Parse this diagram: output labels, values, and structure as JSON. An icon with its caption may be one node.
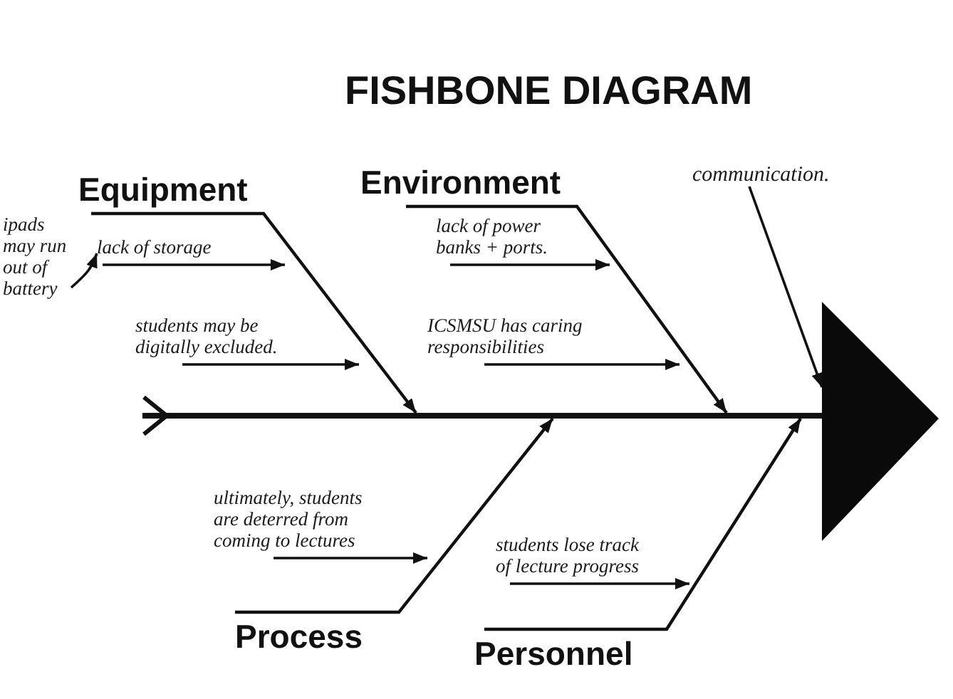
{
  "diagram": {
    "title": "FISHBONE DIAGRAM",
    "nodes": [
      {
        "text": [
          "Equipment"
        ]
      },
      {
        "text": [
          "Environment"
        ]
      },
      {
        "text": [
          "communication."
        ]
      },
      {
        "text": [
          "ipads may run out of battery"
        ]
      },
      {
        "text": [
          "lack of storage"
        ]
      },
      {
        "text": [
          "students may be digitally excluded."
        ]
      },
      {
        "text": [
          "lack of power banks + ports."
        ]
      },
      {
        "text": [
          "ICSMSU has caring responsibilities"
        ]
      },
      {
        "text": [],
        "shape": "bar"
      },
      {
        "text": [],
        "shape": "triangle"
      },
      {
        "text": [
          "ultimately, students are deterred from coming to lectures"
        ]
      },
      {
        "text": [
          "students lose track of lecture progress"
        ]
      },
      {
        "text": [
          "Process"
        ]
      },
      {
        "text": [
          "Personnel"
        ]
      }
    ],
    "edges": [
      {
        "from": 0,
        "to": 8,
        "arrow": "to"
      },
      {
        "from": 1,
        "to": 8,
        "arrow": "to"
      },
      {
        "from": 12,
        "to": 8,
        "arrow": "to"
      },
      {
        "from": 13,
        "to": 8,
        "arrow": "to"
      },
      {
        "from": 2,
        "to": 9,
        "arrow": "to"
      },
      {
        "from": 3,
        "to": 4,
        "arrow": "to"
      },
      {
        "from": 4,
        "to": null,
        "arrow": "to"
      },
      {
        "from": 5,
        "to": null,
        "arrow": "to"
      },
      {
        "from": 6,
        "to": null,
        "arrow": "to"
      },
      {
        "from": 7,
        "to": null,
        "arrow": "to"
      },
      {
        "from": 10,
        "to": null,
        "arrow": "to"
      },
      {
        "from": 11,
        "to": null,
        "arrow": "to"
      }
    ]
  }
}
